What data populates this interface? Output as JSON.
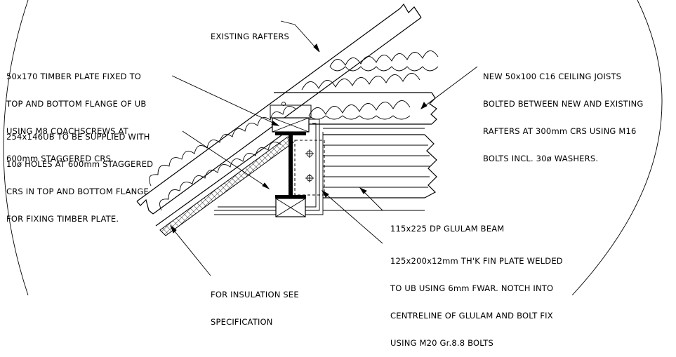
{
  "labels": {
    "existing_rafters": "EXISTING RAFTERS",
    "timber_plate": [
      "50x170 TIMBER PLATE FIXED TO",
      "TOP AND BOTTOM FLANGE OF UB",
      "USING M8 COACHSCREWS AT",
      "600mm STAGGERED CRS."
    ],
    "ub_section": [
      "254x146UB TO BE SUPPLIED WITH",
      "10ø HOLES AT 600mm STAGGERED",
      "CRS IN TOP AND BOTTOM FLANGE",
      "FOR FIXING TIMBER PLATE."
    ],
    "ceiling_joists": [
      "NEW 50x100 C16 CEILING JOISTS",
      "BOLTED BETWEEN NEW AND EXISTING",
      "RAFTERS AT 300mm CRS USING M16",
      "BOLTS INCL. 30ø WASHERS."
    ],
    "glulam_beam": "115x225 DP GLULAM BEAM",
    "fin_plate": [
      "125x200x12mm TH'K FIN PLATE WELDED",
      "TO UB USING 6mm FWAR. NOTCH INTO",
      "CENTRELINE OF GLULAM AND BOLT FIX",
      "USING M20 Gr.8.8 BOLTS"
    ],
    "insulation": [
      "FOR INSULATION SEE",
      "SPECIFICATION"
    ]
  }
}
